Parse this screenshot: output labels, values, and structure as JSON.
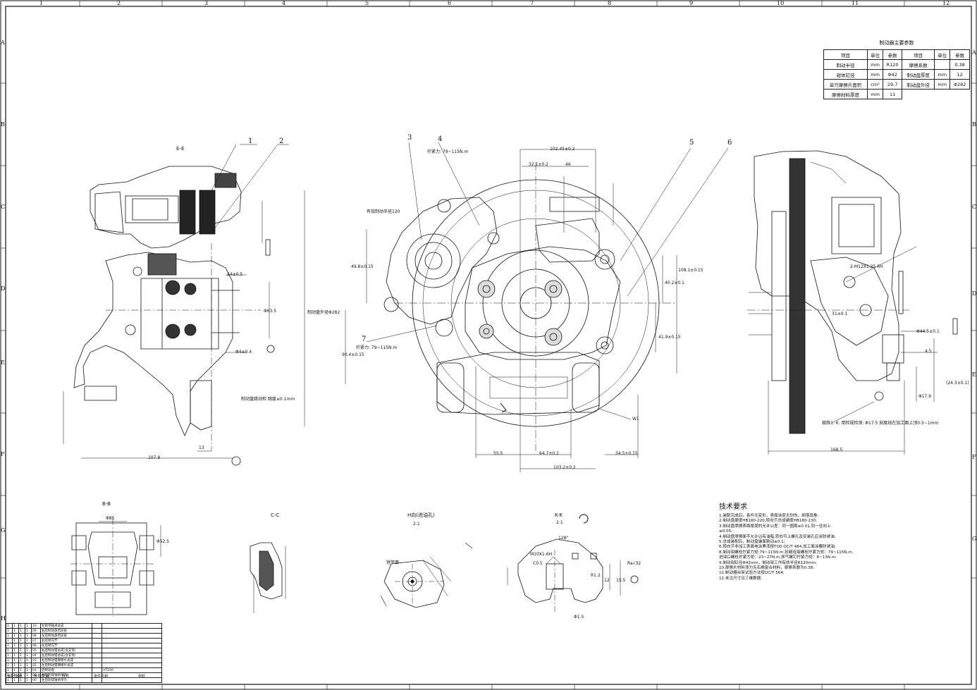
{
  "grid": {
    "cols": [
      "1",
      "2",
      "3",
      "4",
      "5",
      "6",
      "7",
      "8",
      "9",
      "10",
      "11",
      "12"
    ],
    "rows": [
      "A",
      "B",
      "C",
      "D",
      "E",
      "F",
      "G",
      "H"
    ]
  },
  "params_table": {
    "title": "制动器主要参数",
    "headers": [
      "项目",
      "单位",
      "参数",
      "项目",
      "单位",
      "参数"
    ],
    "rows": [
      [
        "制动半径",
        "mm",
        "R120",
        "摩擦系数",
        "",
        "0.38"
      ],
      [
        "钳体缸径",
        "mm",
        "Φ42",
        "制动盘厚度",
        "mm",
        "12"
      ],
      [
        "单只摩擦片面积",
        "cm²",
        "29.7",
        "制动盘外径",
        "mm",
        "Φ282"
      ],
      [
        "摩擦材料厚度",
        "mm",
        "11",
        "",
        "",
        ""
      ]
    ]
  },
  "tech_requirements": {
    "title": "技术要求",
    "items": [
      "1.装配完成后，各件无变形，表面涂层无划伤，剥落现象;",
      "2.制动盘硬度HB180-220,转向节总成硬度HB180-230;",
      "3.制动盘摩擦表面厚度的允许公差：同一圆周≤0.01,同一径向上",
      "≤0.05;",
      "4.制动盘摩擦面不允许沾有油脂,转向节上螺孔及安装孔应涂防锈油;",
      "5.总成装配后，制动盘端面跳动≤0.1;",
      "6.转向节非加工表面电泳黑漆按TQ0 QC/T 484,加工面涂覆防锈油;",
      "8.制动钳螺栓拧紧力矩:79~115N.m,轮毂连接螺栓拧紧力矩：79~115N.m,",
      "  进油口螺栓拧紧力矩：23~27N.m,放气螺钉拧紧力矩：8~13N.m;",
      "9.制动钳缸径Φ42mm，制动钳工作有效半径R120mm;",
      "10.摩擦片材料须为无石棉复合材料，摩擦系数为0.38;",
      "11.制动器台架试验方法按QC/T 564;",
      "12.未注尺寸见三维数据;"
    ]
  },
  "balloons": [
    "1",
    "2",
    "3",
    "4",
    "5",
    "6",
    "7"
  ],
  "views": {
    "ee": "E-E",
    "bb": "B-B",
    "cc": "C-C",
    "kk": "K-K",
    "kk_scale": "2:1",
    "h": "H向(进油孔)",
    "h_scale": "2:1"
  },
  "annotations": {
    "torque_a": "拧紧力: 79~115N.m",
    "torque_b": "拧紧力: 79~115N.m",
    "bleed": "有效制动半径120",
    "runout": "制动盘跳动检 跳度≤0.1mm",
    "note6": "极限1: 6. 用检规检测: Φ17.5 刻度线在加工面上顶0.5~1mm",
    "dia_label": "制动盘外径Φ282",
    "plane": "镗平面",
    "w1": "W1",
    "ra": "Ra√32",
    "r": "R1.2"
  },
  "dims": {
    "top1": "102.45±0.2",
    "top2": "32.1±0.2",
    "top3": "46",
    "bot1": "55.5",
    "bot2": "64.7±0.2",
    "bot3": "34.5±0.15",
    "bot4": "103.2±0.2",
    "right1": "168.5",
    "right2": "Φ44.5±0.1",
    "right3": "Φ17.9",
    "left1": "107.9",
    "left2": "24±0.5",
    "left3": "Φ4±0.4",
    "left4": "13",
    "vert1": "Φ63.5",
    "vert2": "90.4±0.15",
    "vert3": "108.1±0.15",
    "vert4": "40.2±0.1",
    "vert5": "41.9±0.15",
    "vert6": "49.8±0.15",
    "bb1": "Φ85",
    "bb2": "Φ52.5",
    "kk1": "128°",
    "kk2": "M10X1-6H",
    "kk3": "C0.5",
    "kk4": "Φ1.5",
    "kk5": "15.5",
    "kk6": "12",
    "right4": "2-M12X1.25-6H",
    "right5": "(24.3±0.1)",
    "right6": "31±0.1",
    "right7": "4.5"
  },
  "bom": {
    "rows": [
      [
        "1",
        "1",
        "1",
        "1",
        "10",
        "轮毂带轴承总成",
        "",
        ""
      ],
      [
        "1",
        "1",
        "1",
        "1",
        "09",
        "右后制动盘挡泥板",
        "",
        ""
      ],
      [
        "1",
        "1",
        "1",
        "1",
        "08",
        "左后制动盘挡泥板",
        "",
        ""
      ],
      [
        "1",
        "1",
        "1",
        "1",
        "07",
        "右后转向节",
        "",
        ""
      ],
      [
        "1",
        "1",
        "1",
        "1",
        "06",
        "左后转向节",
        "",
        ""
      ],
      [
        "1",
        "1",
        "1",
        "1",
        "05",
        "右后制动钳总成(含支架)",
        "",
        ""
      ],
      [
        "1",
        "1",
        "1",
        "1",
        "04",
        "左后制动钳总成(含支架)",
        "",
        ""
      ],
      [
        "1",
        "1",
        "1",
        "1",
        "03",
        "右后制动钳摩擦片总成",
        "",
        ""
      ],
      [
        "1",
        "1",
        "1",
        "1",
        "02",
        "左后制动钳摩擦片总成",
        "",
        ""
      ],
      [
        "1",
        "1",
        "1",
        "1",
        "01",
        "后制动盘",
        "",
        "HT250"
      ],
      [
        "1",
        "1",
        "1",
        "1",
        "00",
        "右后轮毂轴承单元",
        "",
        ""
      ],
      [
        "1",
        "1",
        "1",
        "1",
        "00",
        "左后轮毂轴承单元",
        "",
        ""
      ]
    ],
    "header": [
      "装配/数量",
      "序号/区域",
      "件号",
      "零件名称",
      "材料"
    ]
  }
}
